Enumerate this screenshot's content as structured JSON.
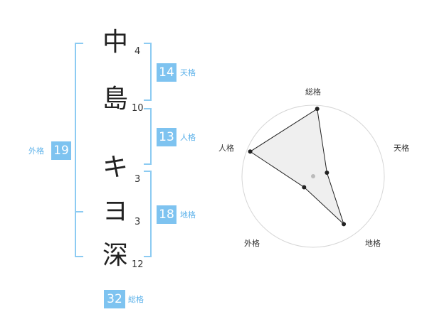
{
  "name": {
    "characters": [
      "中",
      "島",
      "キ",
      "ヨ",
      "深"
    ],
    "strokes": [
      "4",
      "10",
      "3",
      "3",
      "12"
    ]
  },
  "kaku": {
    "tenkaku": {
      "value": "14",
      "label": "天格"
    },
    "jinkaku": {
      "value": "13",
      "label": "人格"
    },
    "chikaku": {
      "value": "18",
      "label": "地格"
    },
    "gaikaku": {
      "value": "19",
      "label": "外格"
    },
    "soukaku": {
      "value": "32",
      "label": "総格"
    }
  },
  "radar": {
    "axes": [
      "総格",
      "天格",
      "地格",
      "外格",
      "人格"
    ],
    "values": [
      0.95,
      0.2,
      0.8,
      0.2,
      0.95
    ]
  },
  "colors": {
    "accent": "#7ec3f0",
    "bracket": "#8ccbf2",
    "label": "#5db2ea"
  }
}
